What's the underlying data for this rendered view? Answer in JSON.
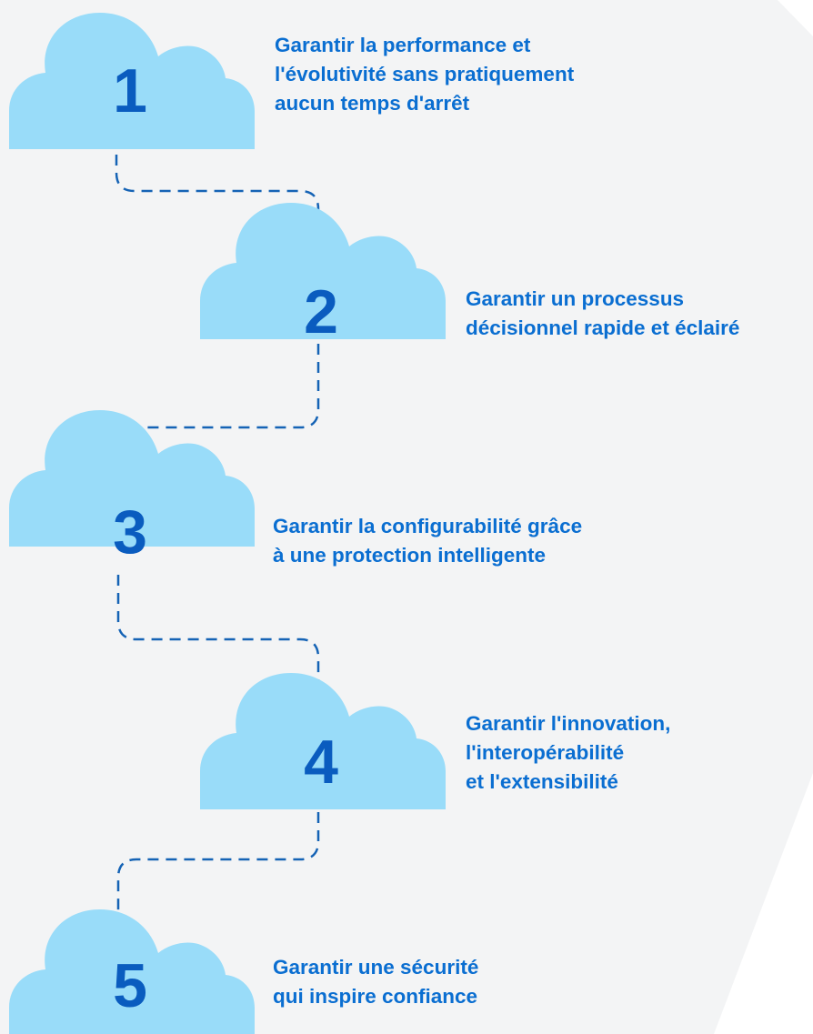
{
  "colors": {
    "background_shape": "#f3f4f5",
    "cloud_fill": "#99dcf9",
    "number_color": "#0a5cbf",
    "text_color": "#0a6ed1",
    "connector_color": "#1563b5"
  },
  "steps": [
    {
      "number": "1",
      "lines": [
        "Garantir la performance et",
        "l'évolutivité sans pratiquement",
        "aucun temps d'arrêt"
      ]
    },
    {
      "number": "2",
      "lines": [
        "Garantir un processus",
        "décisionnel rapide et éclairé"
      ]
    },
    {
      "number": "3",
      "lines": [
        "Garantir la configurabilité grâce",
        "à une protection intelligente"
      ]
    },
    {
      "number": "4",
      "lines": [
        "Garantir l'innovation,",
        "l'interopérabilité",
        "et l'extensibilité"
      ]
    },
    {
      "number": "5",
      "lines": [
        "Garantir une sécurité",
        "qui inspire confiance"
      ]
    }
  ]
}
